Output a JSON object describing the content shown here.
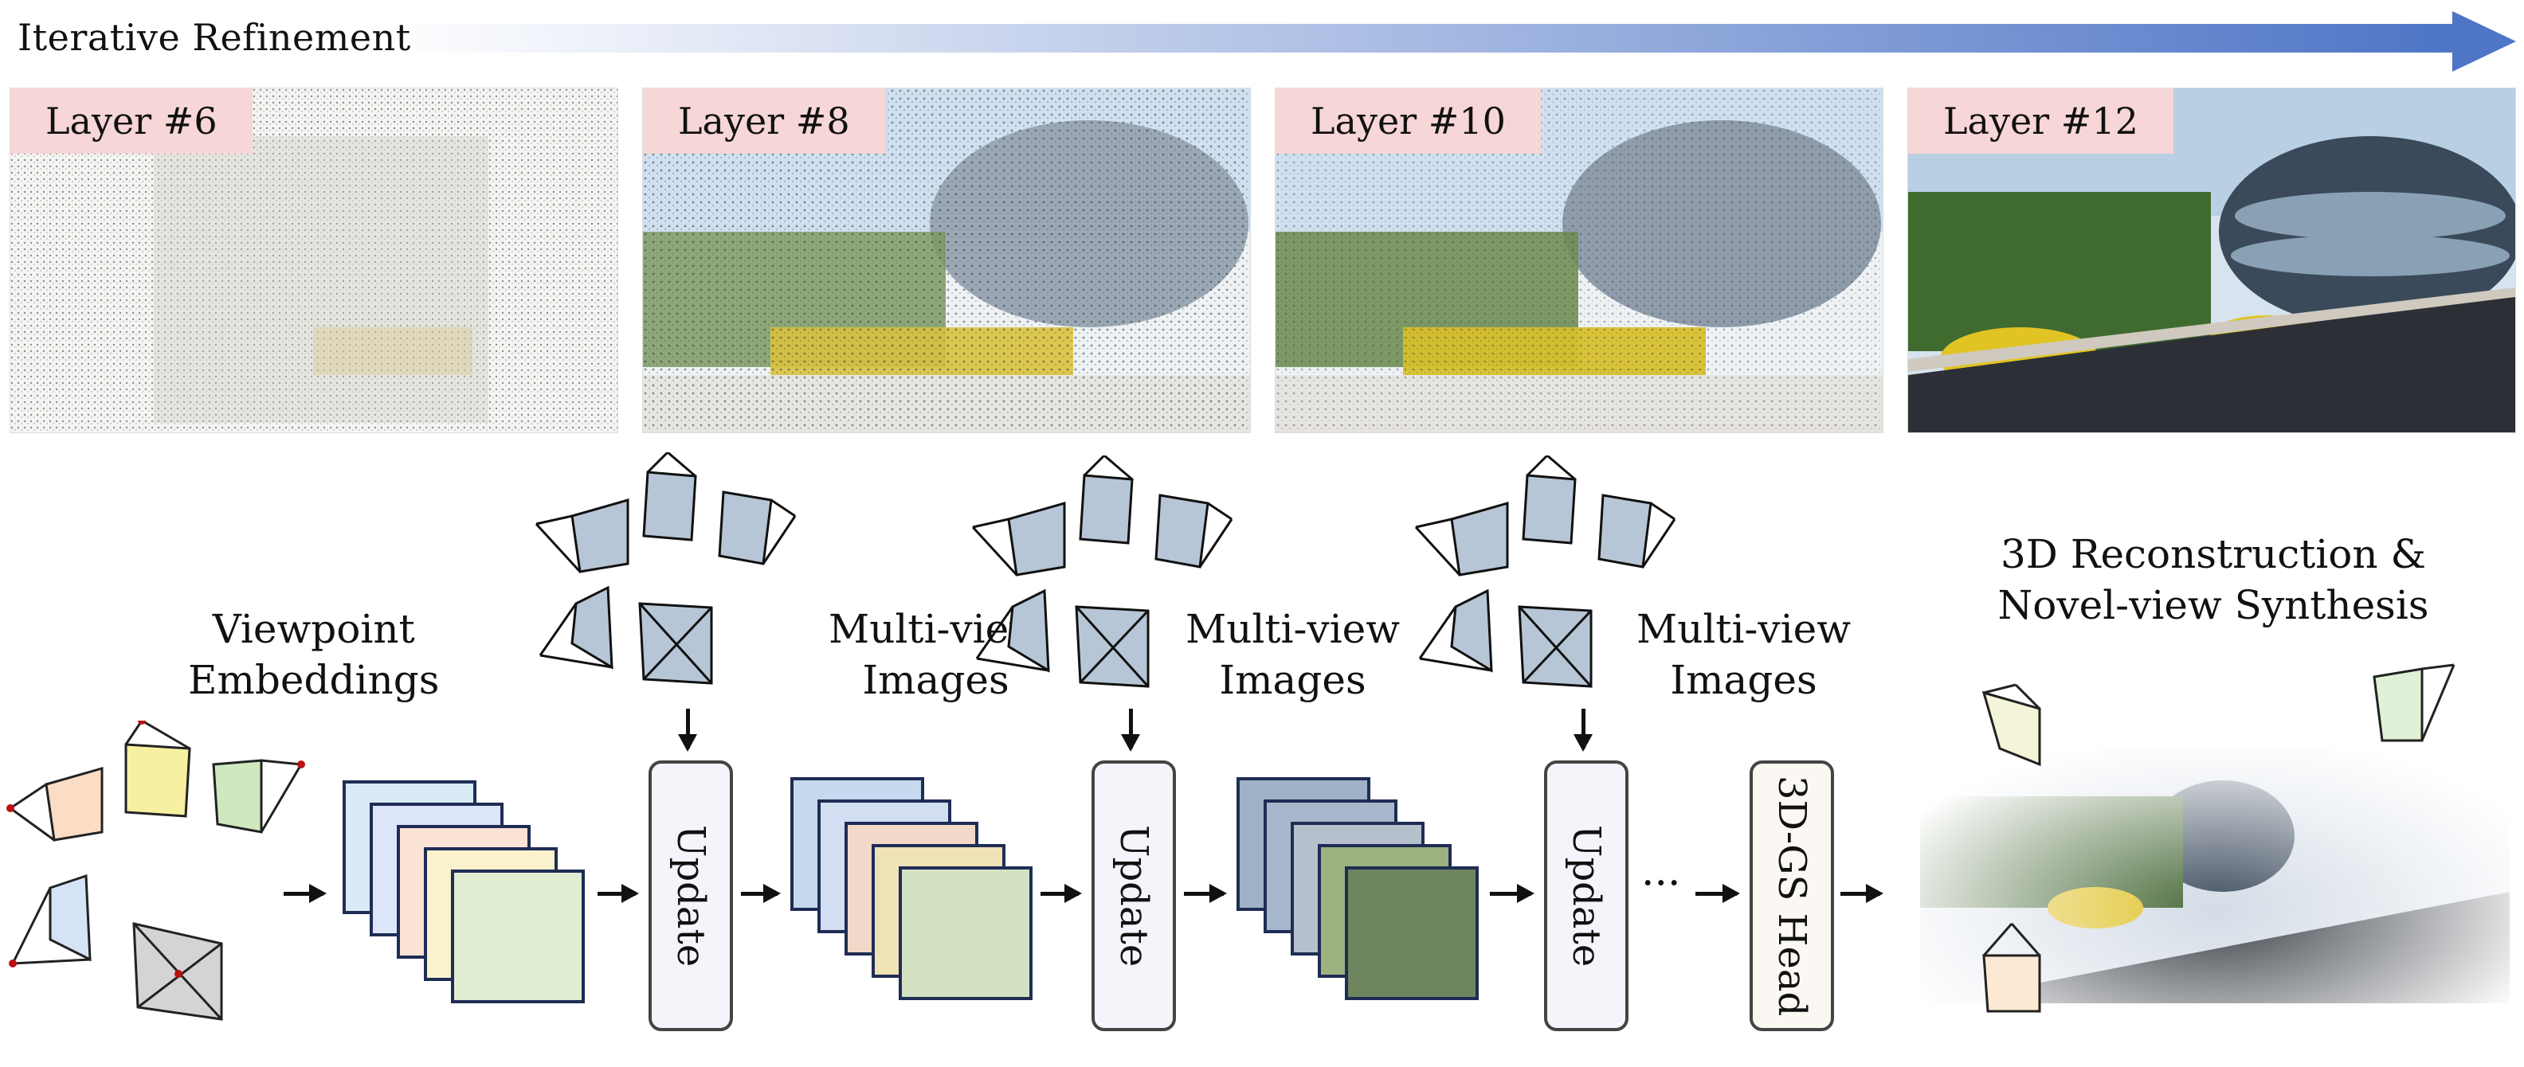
{
  "header": {
    "title": "Iterative Refinement"
  },
  "panels": [
    {
      "label": "Layer #6"
    },
    {
      "label": "Layer #8"
    },
    {
      "label": "Layer #10"
    },
    {
      "label": "Layer #12"
    }
  ],
  "pipeline": {
    "viewpoint_label": [
      "Viewpoint",
      "Embeddings"
    ],
    "multiview_label": [
      "Multi-view",
      "Images"
    ],
    "update_label": "Update",
    "ellipsis": "···",
    "head_label": "3D-GS Head",
    "output_label": [
      "3D Reconstruction &",
      "Novel-view Synthesis"
    ]
  },
  "colors": {
    "arrow": "#4e75c6",
    "label_bg": "#f7d6d7",
    "token_border": "#1f2d55"
  }
}
